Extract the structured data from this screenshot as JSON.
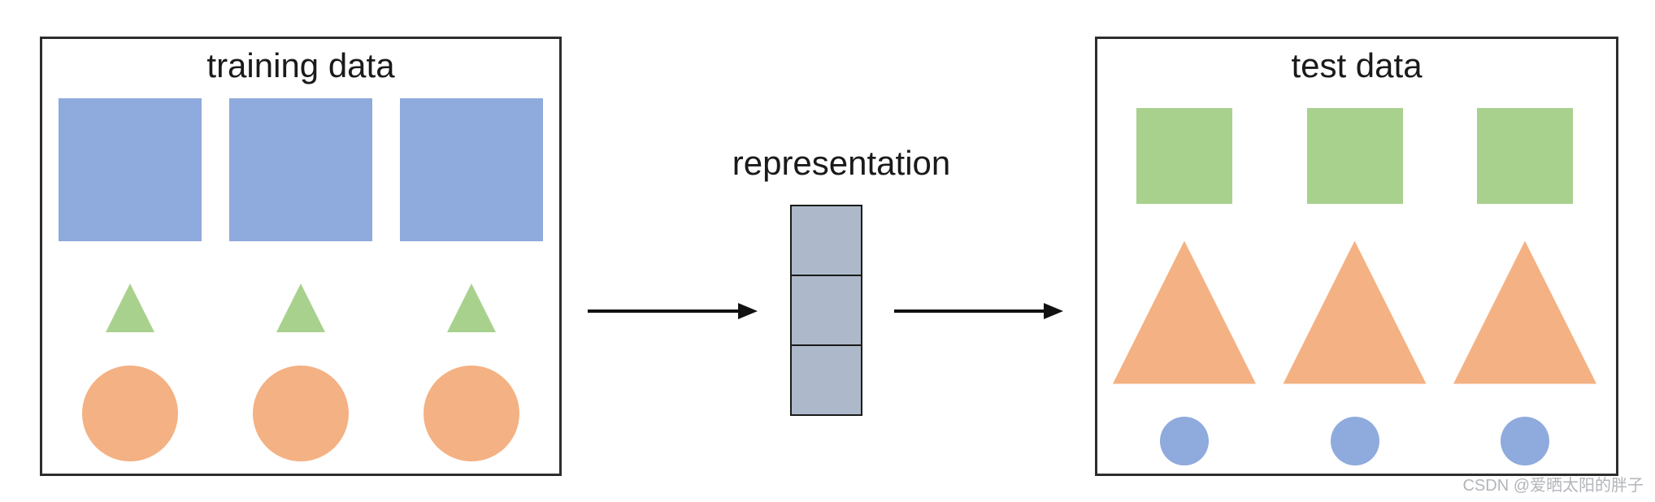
{
  "diagram": {
    "left_panel": {
      "title": "training data",
      "rows": [
        {
          "name": "blue-square",
          "shape": "square",
          "color": "#8FAADC",
          "count": 3,
          "size": "large"
        },
        {
          "name": "green-triangle",
          "shape": "triangle",
          "color": "#A9D18E",
          "count": 3,
          "size": "small"
        },
        {
          "name": "orange-circle",
          "shape": "circle",
          "color": "#F4B183",
          "count": 3,
          "size": "medium"
        }
      ]
    },
    "representation": {
      "label": "representation",
      "cell_count": 3,
      "cell_color": "#ADB9CA",
      "border_color": "#1a1a1a"
    },
    "right_panel": {
      "title": "test data",
      "rows": [
        {
          "name": "green-square",
          "shape": "square",
          "color": "#A9D18E",
          "count": 3,
          "size": "medium"
        },
        {
          "name": "orange-triangle",
          "shape": "triangle",
          "color": "#F4B183",
          "count": 3,
          "size": "large"
        },
        {
          "name": "blue-circle",
          "shape": "circle",
          "color": "#8FAADC",
          "count": 3,
          "size": "small"
        }
      ]
    },
    "arrows": {
      "color": "#111111",
      "count": 2
    },
    "watermark": {
      "text": "CSDN @爱晒太阳的胖子",
      "color": "#B2B5BA"
    }
  }
}
